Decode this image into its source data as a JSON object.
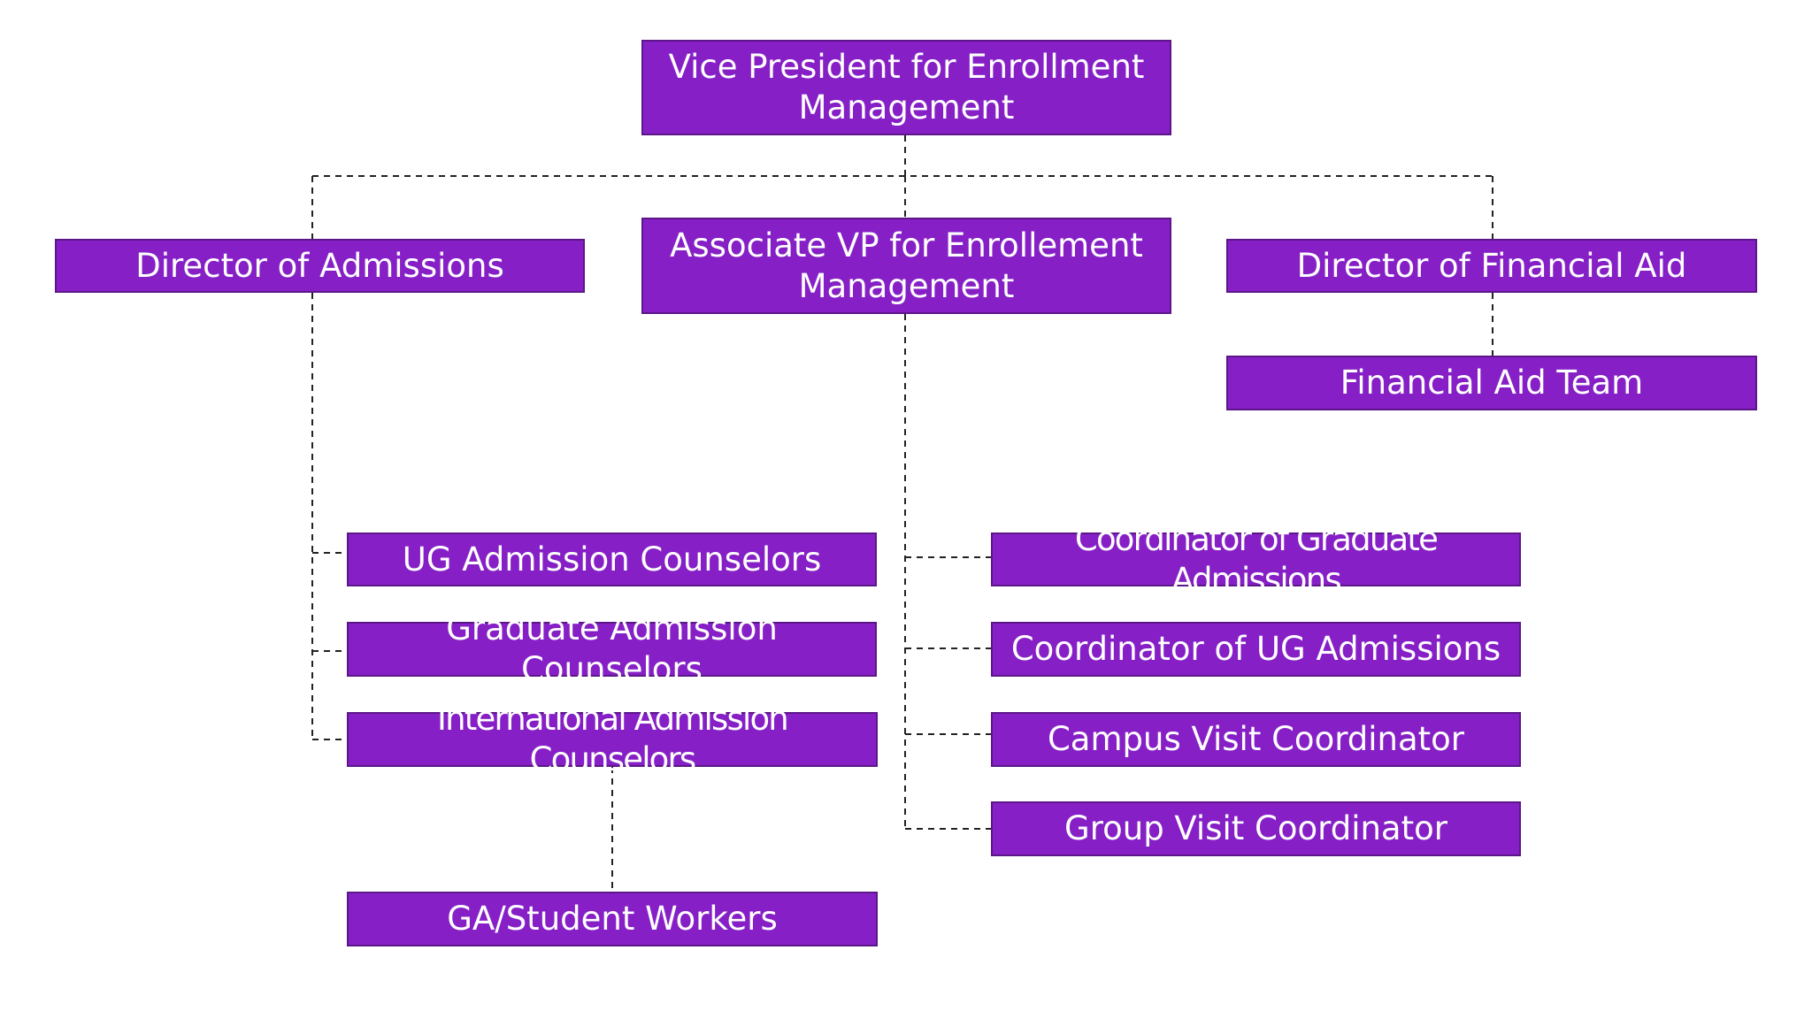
{
  "org_chart": {
    "vp": "Vice President for Enrollment Management",
    "director_admissions": "Director of Admissions",
    "associate_vp": "Associate VP for Enrollement Management",
    "director_financial_aid": "Director of Financial Aid",
    "financial_aid_team": "Financial Aid Team",
    "ug_admission_counselors": "UG Admission Counselors",
    "graduate_admission_counselors": "Graduate Admission Counselors",
    "international_admission_counselors": "International Admission Counselors",
    "ga_student_workers": "GA/Student Workers",
    "coordinator_graduate_admissions": "Coordinator of Graduate Admissions",
    "coordinator_ug_admissions": "Coordinator of UG Admissions",
    "campus_visit_coordinator": "Campus Visit Coordinator",
    "group_visit_coordinator": "Group Visit Coordinator"
  },
  "colors": {
    "box_fill": "#8620c6",
    "box_border": "#5c1689",
    "text": "#ffffff",
    "connector": "#222222"
  }
}
